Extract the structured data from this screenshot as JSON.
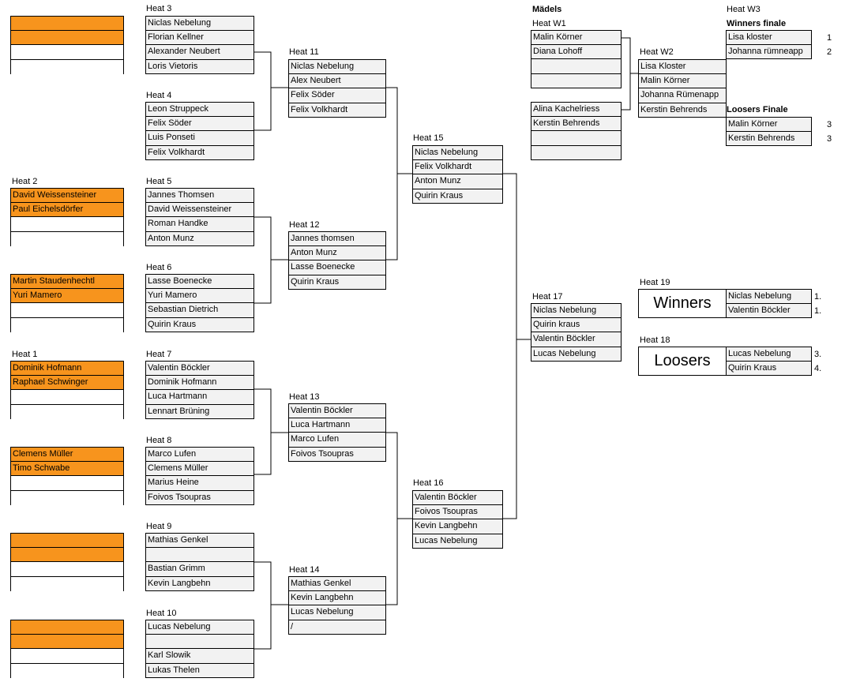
{
  "left_heats": [
    {
      "id": "heat3",
      "title": "Heat 3",
      "rows": [
        "Niclas Nebelung",
        "Florian Kellner",
        "Alexander Neubert",
        "Loris Vietoris"
      ]
    },
    {
      "id": "heat4",
      "title": "Heat 4",
      "rows": [
        "Leon Struppeck",
        "Felix Söder",
        "Luis Ponseti",
        "Felix Volkhardt"
      ]
    },
    {
      "id": "heat5",
      "title": "Heat 5",
      "rows": [
        "Jannes Thomsen",
        "David Weissensteiner",
        "Roman Handke",
        "Anton Munz"
      ]
    },
    {
      "id": "heat6",
      "title": "Heat 6",
      "rows": [
        "Lasse Boenecke",
        "Yuri Mamero",
        "Sebastian Dietrich",
        "Quirin Kraus"
      ]
    },
    {
      "id": "heat7",
      "title": "Heat 7",
      "rows": [
        "Valentin Böckler",
        "Dominik Hofmann",
        "Luca Hartmann",
        "Lennart Brüning"
      ]
    },
    {
      "id": "heat8",
      "title": "Heat 8",
      "rows": [
        "Marco Lufen",
        "Clemens Müller",
        "Marius Heine",
        "Foivos Tsoupras"
      ]
    },
    {
      "id": "heat9",
      "title": "Heat 9",
      "rows": [
        "Mathias Genkel",
        "",
        "Bastian Grimm",
        "Kevin Langbehn"
      ]
    },
    {
      "id": "heat10",
      "title": "Heat 10",
      "rows": [
        "Lucas Nebelung",
        "",
        "Karl Slowik",
        "Lukas Thelen"
      ]
    }
  ],
  "qualifying": [
    {
      "id": "q-top",
      "title": "",
      "rows": [
        "",
        "",
        "",
        ""
      ]
    },
    {
      "id": "heat2",
      "title": "Heat 2",
      "rows": [
        "David Weissensteiner",
        "Paul Eichelsdörfer",
        "",
        ""
      ]
    },
    {
      "id": "q-mid",
      "title": "",
      "rows": [
        "Martin Staudenhechtl",
        "Yuri Mamero",
        "",
        ""
      ]
    },
    {
      "id": "heat1",
      "title": "Heat 1",
      "rows": [
        "Dominik Hofmann",
        "Raphael Schwinger",
        "",
        ""
      ]
    },
    {
      "id": "q-clemens",
      "title": "",
      "rows": [
        "Clemens Müller",
        "Timo Schwabe",
        "",
        ""
      ]
    },
    {
      "id": "q-empty1",
      "title": "",
      "rows": [
        "",
        "",
        "",
        ""
      ]
    },
    {
      "id": "q-empty2",
      "title": "",
      "rows": [
        "",
        "",
        "",
        ""
      ]
    }
  ],
  "round2": [
    {
      "id": "heat11",
      "title": "Heat 11",
      "rows": [
        "Niclas Nebelung",
        "Alex Neubert",
        "Felix Söder",
        "Felix Volkhardt"
      ]
    },
    {
      "id": "heat12",
      "title": "Heat 12",
      "rows": [
        "Jannes thomsen",
        "Anton Munz",
        "Lasse Boenecke",
        "Quirin Kraus"
      ]
    },
    {
      "id": "heat13",
      "title": "Heat 13",
      "rows": [
        "Valentin Böckler",
        "Luca Hartmann",
        "Marco Lufen",
        "Foivos Tsoupras"
      ]
    },
    {
      "id": "heat14",
      "title": "Heat 14",
      "rows": [
        "Mathias Genkel",
        "Kevin Langbehn",
        "Lucas Nebelung",
        "/"
      ]
    }
  ],
  "semis": [
    {
      "id": "heat15",
      "title": "Heat 15",
      "rows": [
        "Niclas Nebelung",
        "Felix Volkhardt",
        "Anton Munz",
        "Quirin Kraus"
      ]
    },
    {
      "id": "heat16",
      "title": "Heat 16",
      "rows": [
        "Valentin Böckler",
        "Foivos Tsoupras",
        "Kevin Langbehn",
        "Lucas Nebelung"
      ]
    }
  ],
  "final_heat": {
    "id": "heat17",
    "title": "Heat 17",
    "rows": [
      "Niclas Nebelung",
      "Quirin kraus",
      "Valentin Böckler",
      "Lucas Nebelung"
    ]
  },
  "madels": {
    "section_title": "Mädels",
    "w1": {
      "title": "Heat W1",
      "rows": [
        "Malin Körner",
        "Diana Lohoff",
        "",
        ""
      ]
    },
    "w1b": {
      "rows": [
        "Alina Kachelriess",
        "Kerstin Behrends",
        "",
        ""
      ]
    },
    "w2": {
      "title": "Heat W2",
      "rows": [
        "Lisa Kloster",
        "Malin Körner",
        "Johanna Rümenapp",
        "Kerstin Behrends"
      ]
    },
    "w3": {
      "title": "Heat W3",
      "winners_title": "Winners finale",
      "winners_rows": [
        "Lisa kloster",
        "Johanna rümneapp"
      ],
      "winners_ranks": [
        "1",
        "2"
      ],
      "loosers_title": "Loosers Finale",
      "loosers_rows": [
        "Malin Körner",
        "Kerstin Behrends"
      ],
      "loosers_ranks": [
        "3",
        "3"
      ]
    }
  },
  "heat19": {
    "title": "Heat 19",
    "label": "Winners",
    "rows": [
      "Niclas Nebelung",
      "Valentin Böckler"
    ],
    "ranks": [
      "1.",
      "1."
    ]
  },
  "heat18": {
    "title": "Heat 18",
    "label": "Loosers",
    "rows": [
      "Lucas Nebelung",
      "Quirin Kraus"
    ],
    "ranks": [
      "3.",
      "4."
    ]
  },
  "colors": {
    "highlight": "#f7941d",
    "cell": "#f2f2f2",
    "line": "#000000"
  }
}
